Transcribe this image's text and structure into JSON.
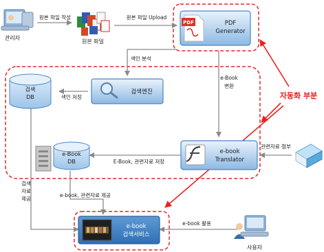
{
  "nodes": {
    "admin": {
      "label": "관리자"
    },
    "source_file": {
      "label": "원본 파일"
    },
    "pdf_generator": {
      "line1": "PDF",
      "line2": "Generator"
    },
    "search_db": {
      "line1": "검색",
      "line2": "DB"
    },
    "search_engine": {
      "label": "검색엔진"
    },
    "ebook_db": {
      "line1": "e-Book",
      "line2": "DB"
    },
    "ebook_translator": {
      "line1": "e-book",
      "line2": "Translator"
    },
    "ebook_search_service": {
      "line1": "e-book",
      "line2": "검색서비스"
    },
    "user": {
      "label": "사용자"
    }
  },
  "edges": {
    "create_source": "원본 파일 작성",
    "upload_source": "원본 파일 Upload",
    "index_analysis": "색인 분석",
    "store_index": "색인 저장",
    "ebook_convert_line1": "e-Book",
    "ebook_convert_line2": "변환",
    "attach_related": "관련자료 첨부",
    "store_ebook": "E-Book, 관련자료 저장",
    "provide_ebook": "e-book, 관련자료 제공",
    "provide_search": [
      "검색",
      "자료",
      "제공"
    ],
    "use_ebook": "e-book 활용"
  },
  "callout": {
    "label": "자동화 부분"
  },
  "colors": {
    "callout_red": "#e8231f",
    "dashed_border": "#e0262b",
    "arrow": "#8a8a8a",
    "node_blue_top": "#cfe3f6",
    "node_blue_bottom": "#7fb1e1",
    "node_border": "#4a86c5",
    "pdf_red": "#d9342b",
    "dark_screen": "#222222"
  }
}
